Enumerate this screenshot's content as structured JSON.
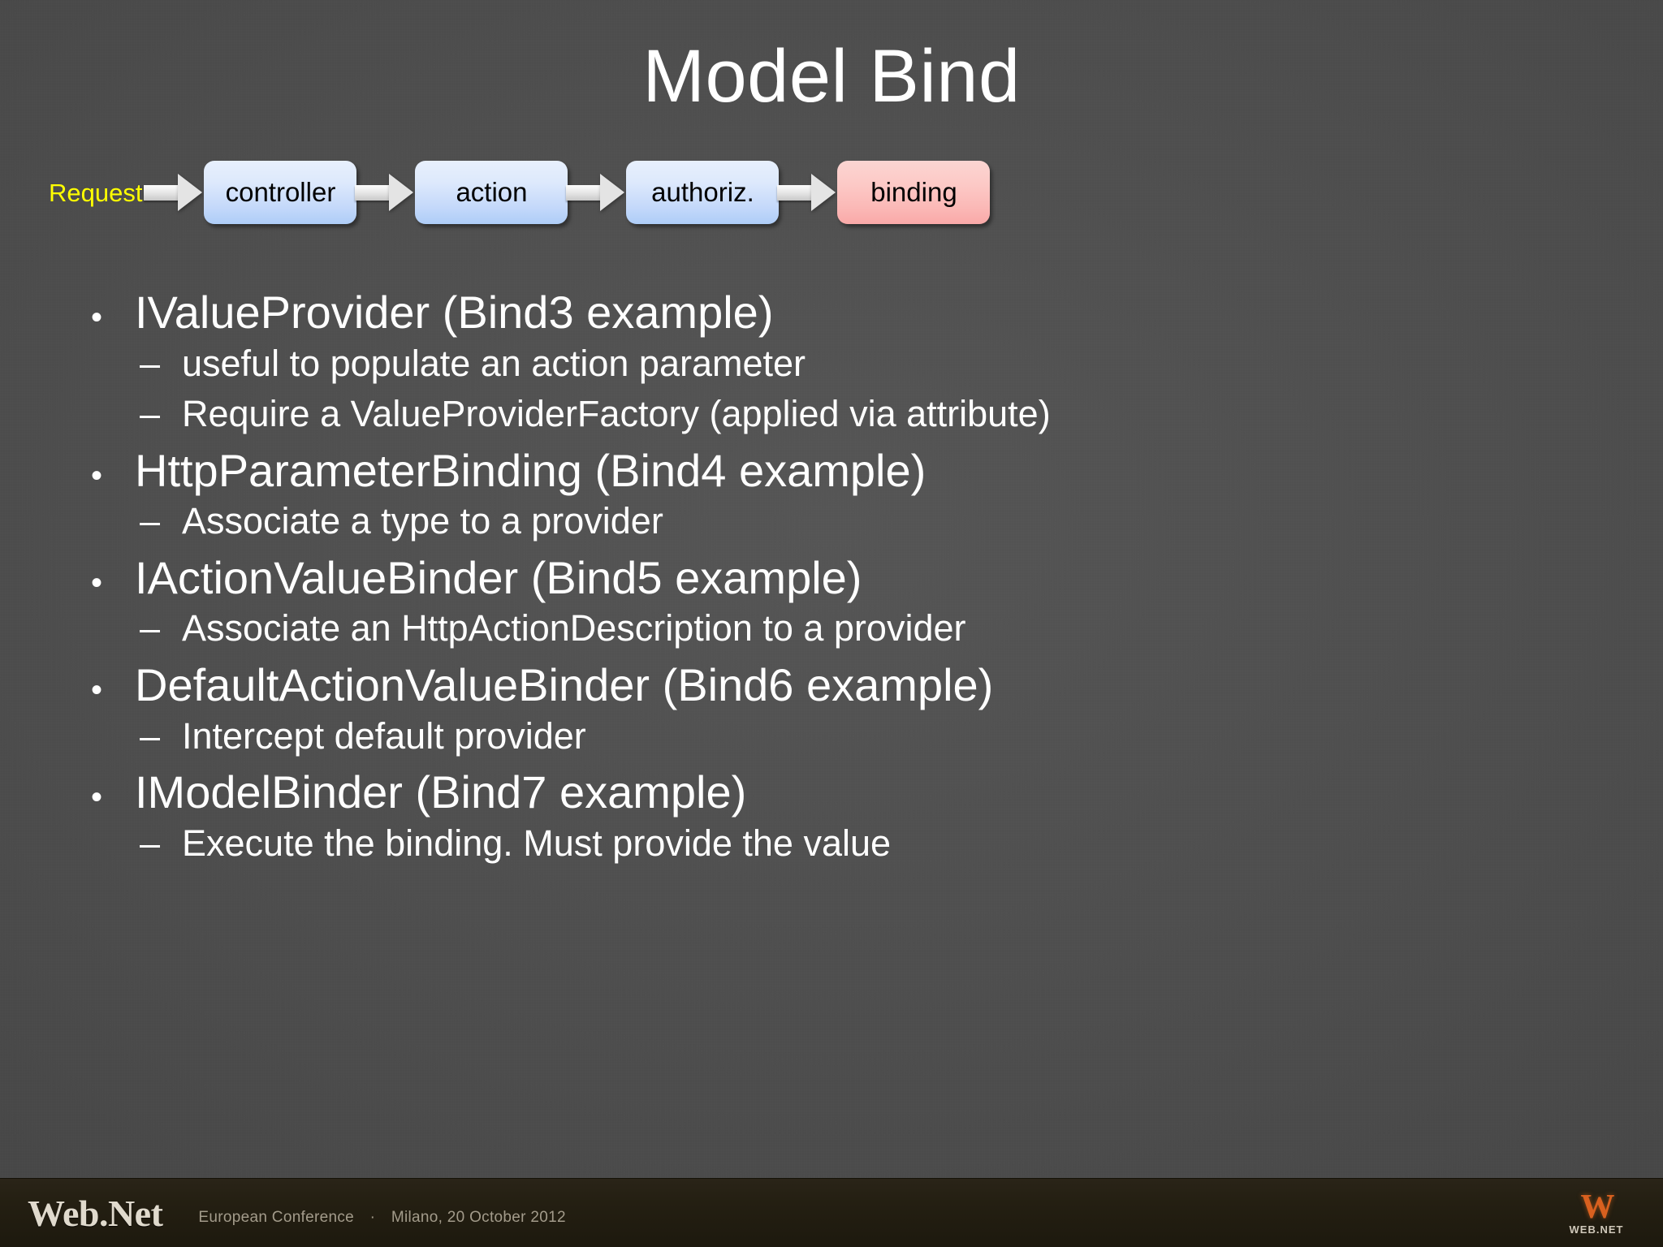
{
  "slide": {
    "title": "Model Bind",
    "background_color": "#4d4d4d",
    "title_color": "#ffffff"
  },
  "diagram": {
    "type": "flow",
    "entry_label": "Request",
    "entry_label_color": "#FFFF00",
    "arrow_color": "#e4e4e4",
    "nodes": [
      {
        "label": "controller",
        "color": "#c3d8fa",
        "highlight": false
      },
      {
        "label": "action",
        "color": "#c3d8fa",
        "highlight": false
      },
      {
        "label": "authoriz.",
        "color": "#c3d8fa",
        "highlight": false
      },
      {
        "label": "binding",
        "color": "#fbb8b6",
        "highlight": true
      }
    ]
  },
  "bullets": [
    {
      "text": "IValueProvider (Bind3 example)",
      "marker": "•",
      "sub": [
        {
          "marker": "–",
          "text": "useful to populate an action parameter"
        },
        {
          "marker": "–",
          "text": "Require a ValueProviderFactory (applied via attribute)"
        }
      ]
    },
    {
      "text": "HttpParameterBinding (Bind4 example)",
      "marker": "•",
      "sub": [
        {
          "marker": "–",
          "text": "Associate a type to a provider"
        }
      ]
    },
    {
      "text": "IActionValueBinder (Bind5 example)",
      "marker": "•",
      "sub": [
        {
          "marker": "–",
          "text": "Associate an HttpActionDescription to a provider"
        }
      ]
    },
    {
      "text": "DefaultActionValueBinder (Bind6 example)",
      "marker": "•",
      "sub": [
        {
          "marker": "–",
          "text": "Intercept default provider"
        }
      ]
    },
    {
      "text": "IModelBinder (Bind7 example)",
      "marker": "•",
      "sub": [
        {
          "marker": "–",
          "text": "Execute the binding. Must provide the value"
        }
      ]
    }
  ],
  "footer": {
    "logo": "Web.Net",
    "event": "European Conference",
    "separator": "·",
    "location_date": "Milano, 20 October 2012",
    "mark_glyph": "W",
    "mark_text": "WEB.NET",
    "bar_color": "#241f12",
    "mark_color": "#d8601f"
  }
}
